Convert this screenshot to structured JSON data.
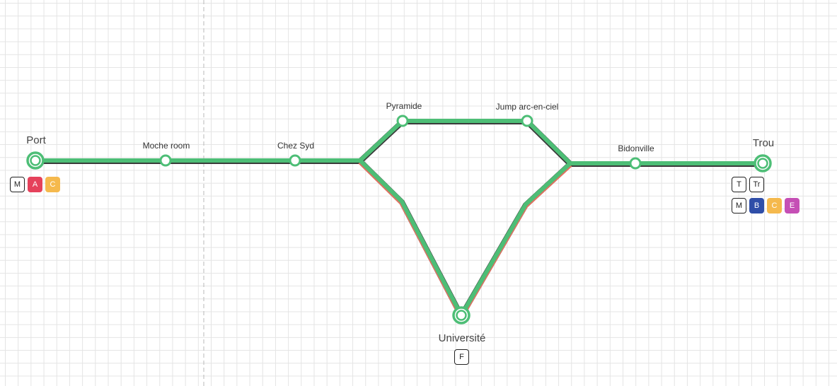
{
  "stations": {
    "port": {
      "name": "Port"
    },
    "moche_room": {
      "name": "Moche room"
    },
    "chez_syd": {
      "name": "Chez Syd"
    },
    "pyramide": {
      "name": "Pyramide"
    },
    "jump": {
      "name": "Jump arc-en-ciel"
    },
    "bidonville": {
      "name": "Bidonville"
    },
    "trou": {
      "name": "Trou"
    },
    "universite": {
      "name": "Université"
    }
  },
  "badges": {
    "port": [
      {
        "label": "M",
        "color": ""
      },
      {
        "label": "A",
        "color": "#e5415b"
      },
      {
        "label": "C",
        "color": "#f5b94d"
      }
    ],
    "trou_row1": [
      {
        "label": "T",
        "color": ""
      },
      {
        "label": "Tr",
        "color": ""
      }
    ],
    "trou_row2": [
      {
        "label": "M",
        "color": ""
      },
      {
        "label": "B",
        "color": "#2f4ea8"
      },
      {
        "label": "C",
        "color": "#f5b94d"
      },
      {
        "label": "E",
        "color": "#c54fb5"
      }
    ],
    "universite": [
      {
        "label": "F",
        "color": ""
      }
    ]
  },
  "colors": {
    "line": "#4dbe76",
    "line_edge": "#3a3a3a",
    "grid": "#e4e4e4"
  }
}
